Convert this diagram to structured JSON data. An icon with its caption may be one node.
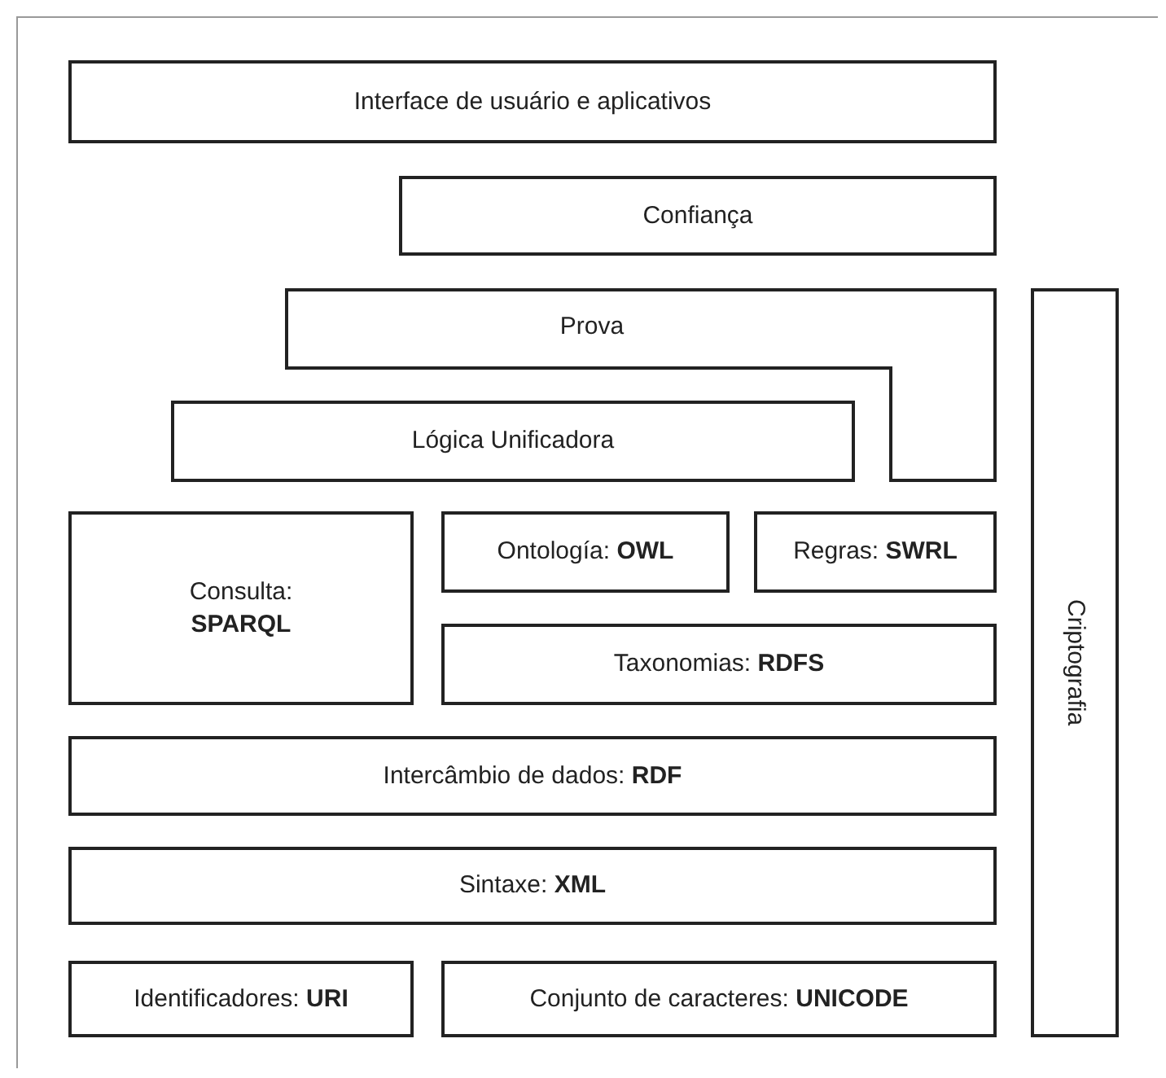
{
  "diagram": {
    "nodes": [
      {
        "text": [
          "Interface de usuário e aplicativos"
        ]
      },
      {
        "text": [
          "Confiança"
        ]
      },
      {
        "text": [
          "Prova"
        ]
      },
      {
        "text": [
          "Criptografia"
        ]
      },
      {
        "text": [
          "Lógica Unificadora"
        ]
      },
      {
        "text": [
          "Consulta: **SPARQL**"
        ]
      },
      {
        "text": [
          "Ontología: **OWL**"
        ]
      },
      {
        "text": [
          "Regras: **SWRL**"
        ]
      },
      {
        "text": [
          "Taxonomias: **RDFS**"
        ]
      },
      {
        "text": [
          "Intercâmbio de dados: **RDF**"
        ]
      },
      {
        "text": [
          "Sintaxe: **XML**"
        ]
      },
      {
        "text": [
          "Identificadores: **URI**"
        ]
      },
      {
        "text": [
          "Conjunto de caracteres: **UNICODE**"
        ]
      }
    ]
  }
}
